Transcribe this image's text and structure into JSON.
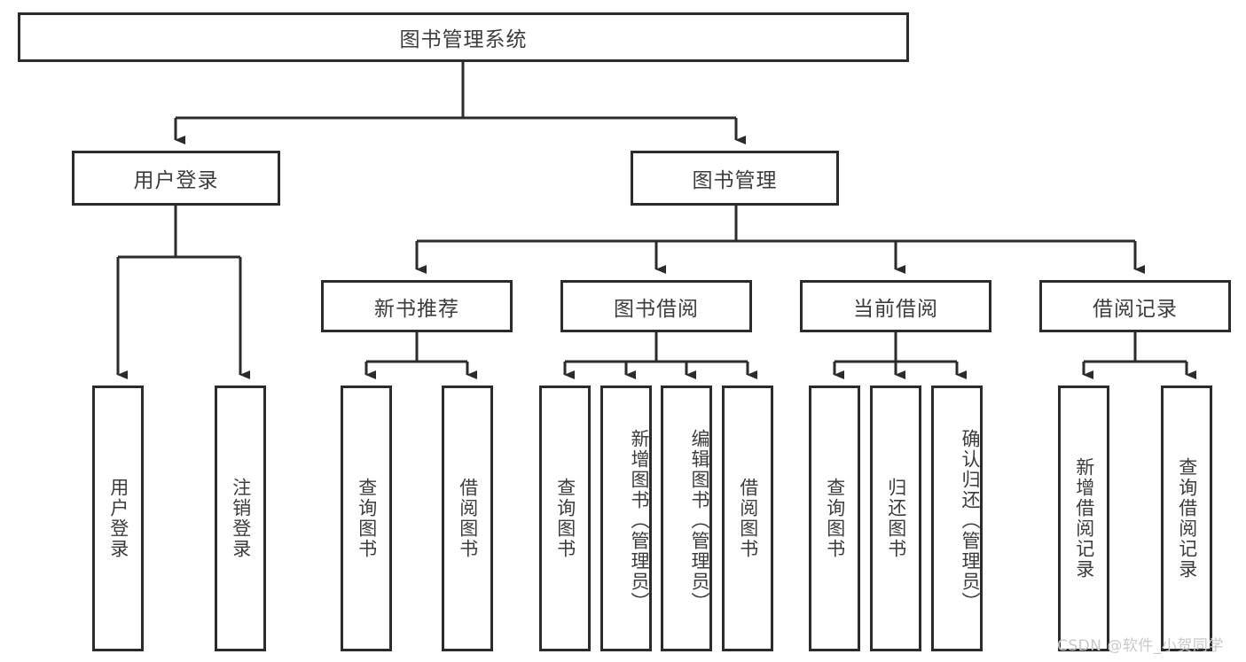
{
  "diagram": {
    "type": "tree-hierarchy",
    "title": "图书管理系统",
    "root": {
      "label": "图书管理系统"
    },
    "level2": [
      {
        "label": "用户登录"
      },
      {
        "label": "图书管理"
      }
    ],
    "level3": [
      {
        "label": "新书推荐"
      },
      {
        "label": "图书借阅"
      },
      {
        "label": "当前借阅"
      },
      {
        "label": "借阅记录"
      }
    ],
    "leaves": {
      "user_login": [
        {
          "label": "用户登录"
        },
        {
          "label": "注销登录"
        }
      ],
      "new_book_recommend": [
        {
          "label": "查询图书"
        },
        {
          "label": "借阅图书"
        }
      ],
      "book_borrow": [
        {
          "label": "查询图书"
        },
        {
          "label": "新增图书（管理员）"
        },
        {
          "label": "编辑图书（管理员）"
        },
        {
          "label": "借阅图书"
        }
      ],
      "current_borrow": [
        {
          "label": "查询图书"
        },
        {
          "label": "归还图书"
        },
        {
          "label": "确认归还（管理员）"
        }
      ],
      "borrow_record": [
        {
          "label": "新增借阅记录"
        },
        {
          "label": "查询借阅记录"
        }
      ]
    }
  },
  "watermark": {
    "text": "CSDN @软件_小贺同学"
  },
  "colors": {
    "border": "#2b2b2b",
    "text": "#3c3c3c",
    "background": "#ffffff",
    "watermark": "#c9c9c9"
  }
}
